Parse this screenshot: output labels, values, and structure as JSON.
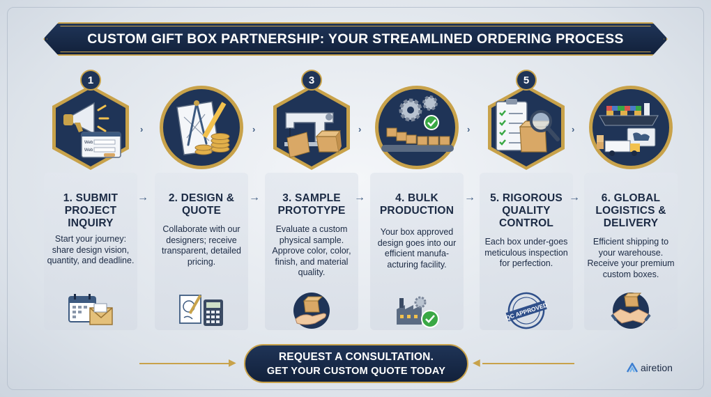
{
  "title": "CUSTOM GIFT BOX PARTNERSHIP: YOUR STREAMLINED ORDERING PROCESS",
  "steps": [
    {
      "badge": "1",
      "title": "1. SUBMIT PROJECT INQUIRY",
      "description": "Start your journey: share design vision, quantity, and deadline.",
      "emblem_icon": "megaphone-web-form-icon",
      "small_icon": "calendar-envelope-icon",
      "web_labels": [
        "Web",
        "Web"
      ]
    },
    {
      "badge": "",
      "title": "2. DESIGN & QUOTE",
      "description": "Collaborate with our designers; receive transparent, detailed pricing.",
      "emblem_icon": "drafting-coins-icon",
      "small_icon": "sketch-calculator-icon"
    },
    {
      "badge": "3",
      "title": "3. SAMPLE PROTOTYPE",
      "description": "Evaluate a custom physical sample. Approve color, color, finish, and material quality.",
      "emblem_icon": "sewing-machine-box-icon",
      "small_icon": "hand-box-icon"
    },
    {
      "badge": "",
      "title": "4. BULK PRODUCTION",
      "description": "Your box approved design goes into our efficient manufa-acturing facility.",
      "emblem_icon": "gears-conveyor-icon",
      "small_icon": "factory-check-icon"
    },
    {
      "badge": "5",
      "title": "5. RIGOROUS QUALITY CONTROL",
      "description": "Each box under-goes  meticulous inspection for perfection.",
      "emblem_icon": "checklist-magnifier-icon",
      "small_icon": "qc-approved-stamp-icon",
      "stamp_text": "QC APPROVED"
    },
    {
      "badge": "",
      "title": "6. GLOBAL LOGISTICS & DELIVERY",
      "description": "Efficient shipping to your warehouse. Receive your premium custom boxes.",
      "emblem_icon": "ship-truck-map-icon",
      "small_icon": "handshake-box-icon"
    }
  ],
  "cta": {
    "line1": "REQUEST A CONSULTATION.",
    "line2": "GET YOUR CUSTOM QUOTE TODAY"
  },
  "brand": {
    "name": "airetion",
    "icon": "airetion-logo-icon"
  },
  "colors": {
    "navy": "#1f3457",
    "gold": "#c8a24a",
    "tan": "#d9a866",
    "green": "#3aa845"
  }
}
